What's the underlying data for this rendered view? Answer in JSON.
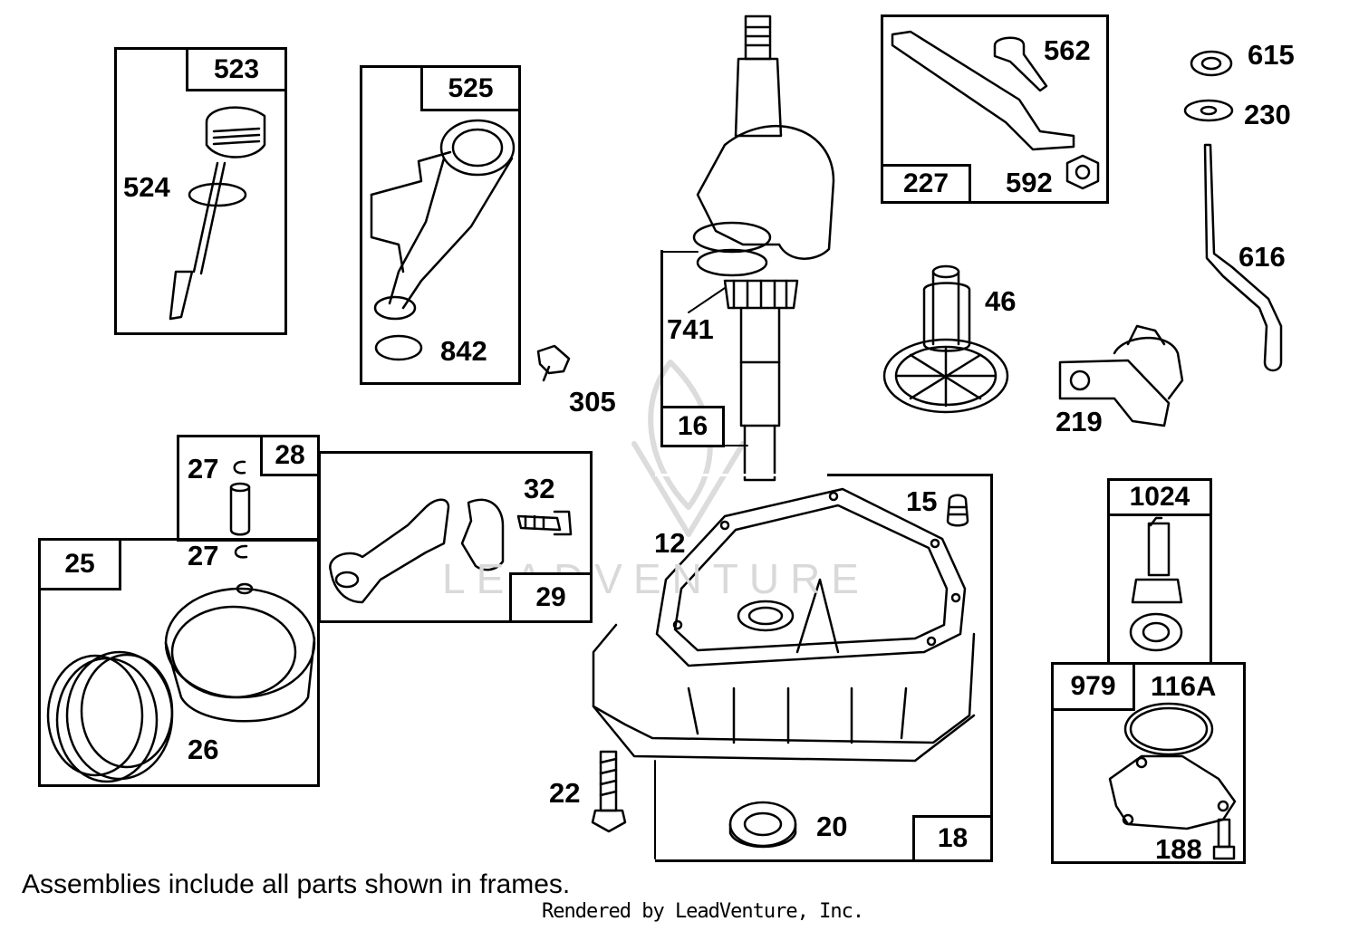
{
  "note": "Assemblies include all parts shown in frames.",
  "credit": "Rendered by LeadVenture, Inc.",
  "watermark": "LEADVENTURE",
  "frames": {
    "f523": "523",
    "f525": "525",
    "f227": "227",
    "f16": "16",
    "f28": "28",
    "f25": "25",
    "f29": "29",
    "f18": "18",
    "f1024": "1024",
    "f979": "979"
  },
  "labels": {
    "l524": "524",
    "l842": "842",
    "l305": "305",
    "l741": "741",
    "l562": "562",
    "l592": "592",
    "l615": "615",
    "l230": "230",
    "l616": "616",
    "l46": "46",
    "l219": "219",
    "l27a": "27",
    "l27b": "27",
    "l32": "32",
    "l12": "12",
    "l15": "15",
    "l26": "26",
    "l22": "22",
    "l20": "20",
    "l116a": "116A",
    "l188": "188"
  }
}
